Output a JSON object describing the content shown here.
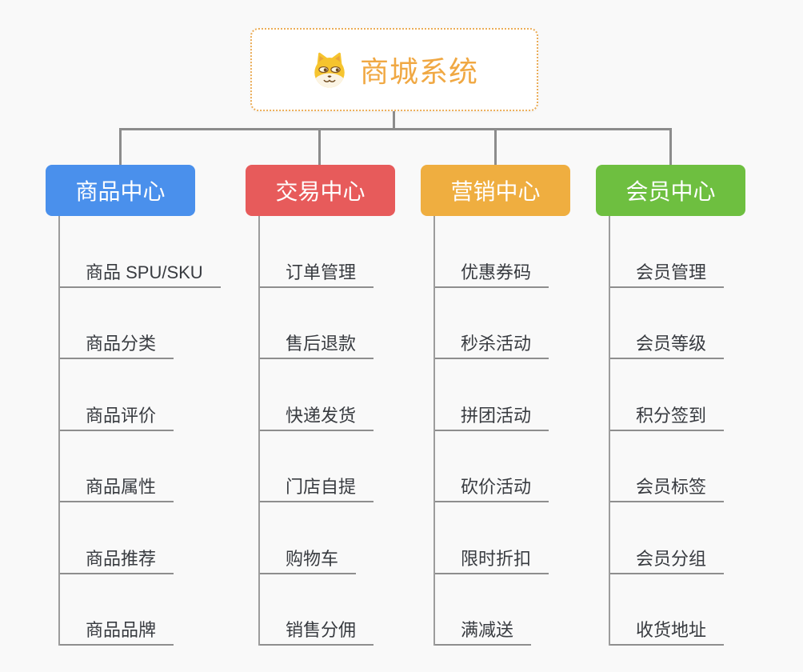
{
  "root": {
    "title": "商城系统",
    "icon": "dog-face",
    "title_color": "#f0a843",
    "border_color": "#ebad58"
  },
  "branches": [
    {
      "label": "商品中心",
      "color": "#4a90ec",
      "items": [
        "商品 SPU/SKU",
        "商品分类",
        "商品评价",
        "商品属性",
        "商品推荐",
        "商品品牌"
      ]
    },
    {
      "label": "交易中心",
      "color": "#e75b5b",
      "items": [
        "订单管理",
        "售后退款",
        "快递发货",
        "门店自提",
        "购物车",
        "销售分佣"
      ]
    },
    {
      "label": "营销中心",
      "color": "#efae40",
      "items": [
        "优惠券码",
        "秒杀活动",
        "拼团活动",
        "砍价活动",
        "限时折扣",
        "满减送"
      ]
    },
    {
      "label": "会员中心",
      "color": "#6ebf40",
      "items": [
        "会员管理",
        "会员等级",
        "积分签到",
        "会员标签",
        "会员分组",
        "收货地址"
      ]
    }
  ],
  "colors": {
    "background": "#f9f9f9",
    "connector": "#8c8c8c",
    "item_line": "#8e8e8e",
    "item_text": "#383b40"
  }
}
